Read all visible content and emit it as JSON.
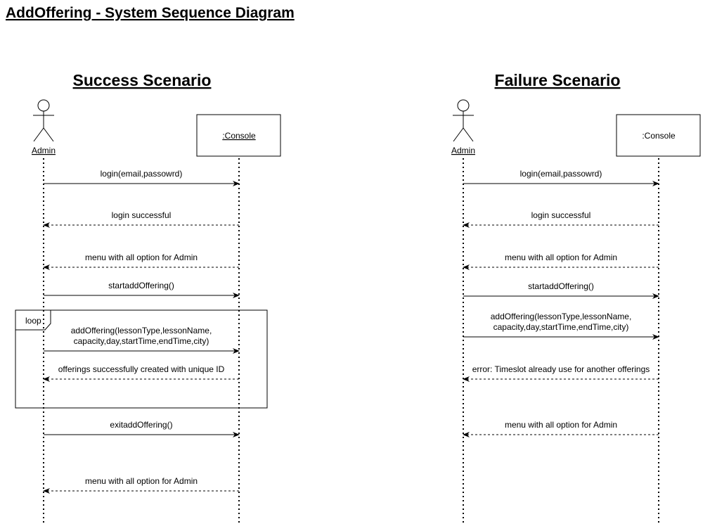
{
  "diagram_title": "AddOffering - System Sequence Diagram",
  "success": {
    "heading": "Success Scenario",
    "actor_label": "Admin",
    "console_label": ":Console",
    "loop_label": "loop",
    "messages": [
      {
        "text": "login(email,passowrd)",
        "dir": "right",
        "style": "solid"
      },
      {
        "text": "login successful",
        "dir": "left",
        "style": "dashed"
      },
      {
        "text": "menu with all option for Admin",
        "dir": "left",
        "style": "dashed"
      },
      {
        "text": "startaddOffering()",
        "dir": "right",
        "style": "solid"
      },
      {
        "text": [
          "addOffering(lessonType,lessonName,",
          "capacity,day,startTime,endTime,city)"
        ],
        "dir": "right",
        "style": "solid"
      },
      {
        "text": "offerings successfully created with unique ID",
        "dir": "left",
        "style": "dashed"
      },
      {
        "text": "exitaddOffering()",
        "dir": "right",
        "style": "solid"
      },
      {
        "text": "menu with all option for Admin",
        "dir": "left",
        "style": "dashed"
      }
    ]
  },
  "failure": {
    "heading": "Failure Scenario",
    "actor_label": "Admin",
    "console_label": ":Console",
    "messages": [
      {
        "text": "login(email,passowrd)",
        "dir": "right",
        "style": "solid"
      },
      {
        "text": "login successful",
        "dir": "left",
        "style": "dashed"
      },
      {
        "text": "menu with all option for Admin",
        "dir": "left",
        "style": "dashed"
      },
      {
        "text": "startaddOffering()",
        "dir": "right",
        "style": "solid"
      },
      {
        "text": [
          "addOffering(lessonType,lessonName,",
          "capacity,day,startTime,endTime,city)"
        ],
        "dir": "right",
        "style": "solid"
      },
      {
        "text": "error: Timeslot already use for another offerings",
        "dir": "left",
        "style": "dashed"
      },
      {
        "text": "menu with all option for Admin",
        "dir": "left",
        "style": "dashed"
      }
    ]
  }
}
